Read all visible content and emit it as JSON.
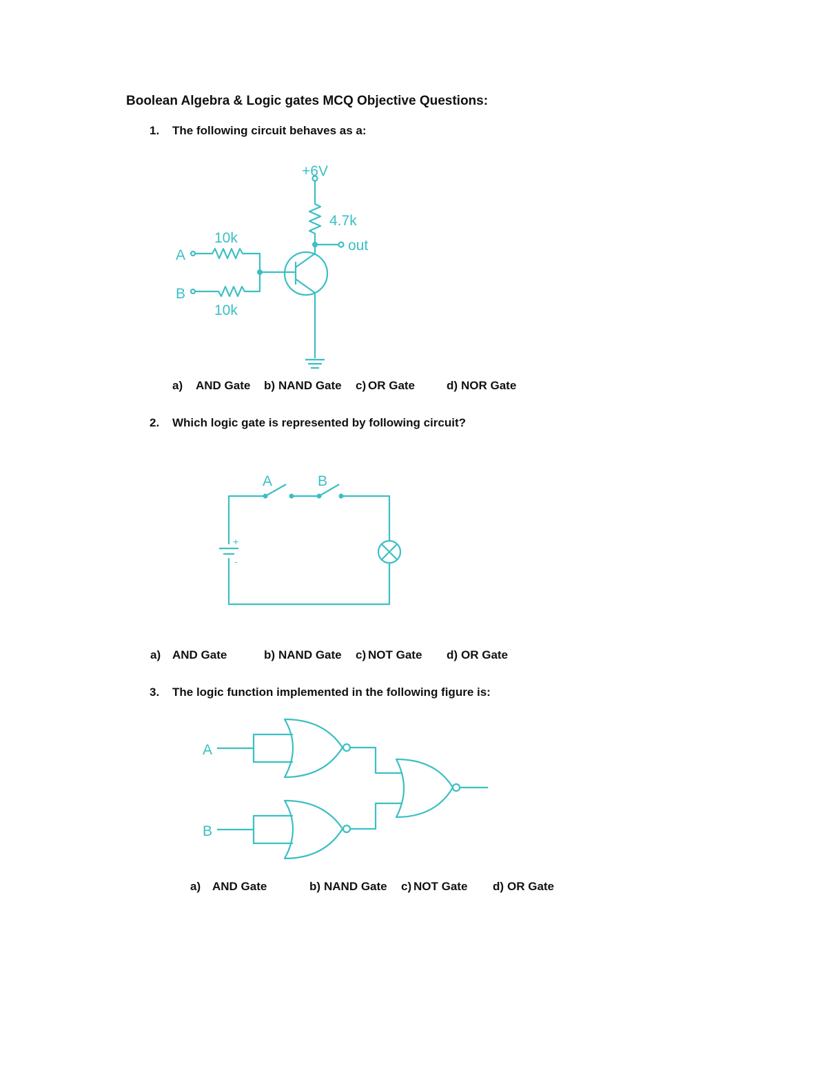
{
  "title": "Boolean Algebra & Logic gates MCQ Objective Questions:",
  "accent_color": "#3bbfc4",
  "questions": [
    {
      "number": "1.",
      "text": "The following circuit behaves as a:",
      "diagram": {
        "supply": "+6V",
        "collector_resistor": "4.7k",
        "output": "out",
        "input_a": "A",
        "input_b": "B",
        "resistor_a": "10k",
        "resistor_b": "10k"
      },
      "options": [
        {
          "key": "a)",
          "label": "AND Gate"
        },
        {
          "key": "b)",
          "label": "NAND Gate"
        },
        {
          "key": "c)",
          "label": "OR Gate"
        },
        {
          "key": "d)",
          "label": "NOR Gate"
        }
      ]
    },
    {
      "number": "2.",
      "text": "Which logic gate is represented by following circuit?",
      "diagram": {
        "switch_a": "A",
        "switch_b": "B",
        "battery_plus": "+",
        "battery_minus": "-"
      },
      "options": [
        {
          "key": "a)",
          "label": "AND Gate"
        },
        {
          "key": "b)",
          "label": "NAND Gate"
        },
        {
          "key": "c)",
          "label": "NOT Gate"
        },
        {
          "key": "d)",
          "label": "OR Gate"
        }
      ]
    },
    {
      "number": "3.",
      "text": "The logic function implemented in the following figure is:",
      "diagram": {
        "input_a": "A",
        "input_b": "B"
      },
      "options": [
        {
          "key": "a)",
          "label": "AND Gate"
        },
        {
          "key": "b)",
          "label": "NAND Gate"
        },
        {
          "key": "c)",
          "label": "NOT Gate"
        },
        {
          "key": "d)",
          "label": "OR Gate"
        }
      ]
    }
  ]
}
